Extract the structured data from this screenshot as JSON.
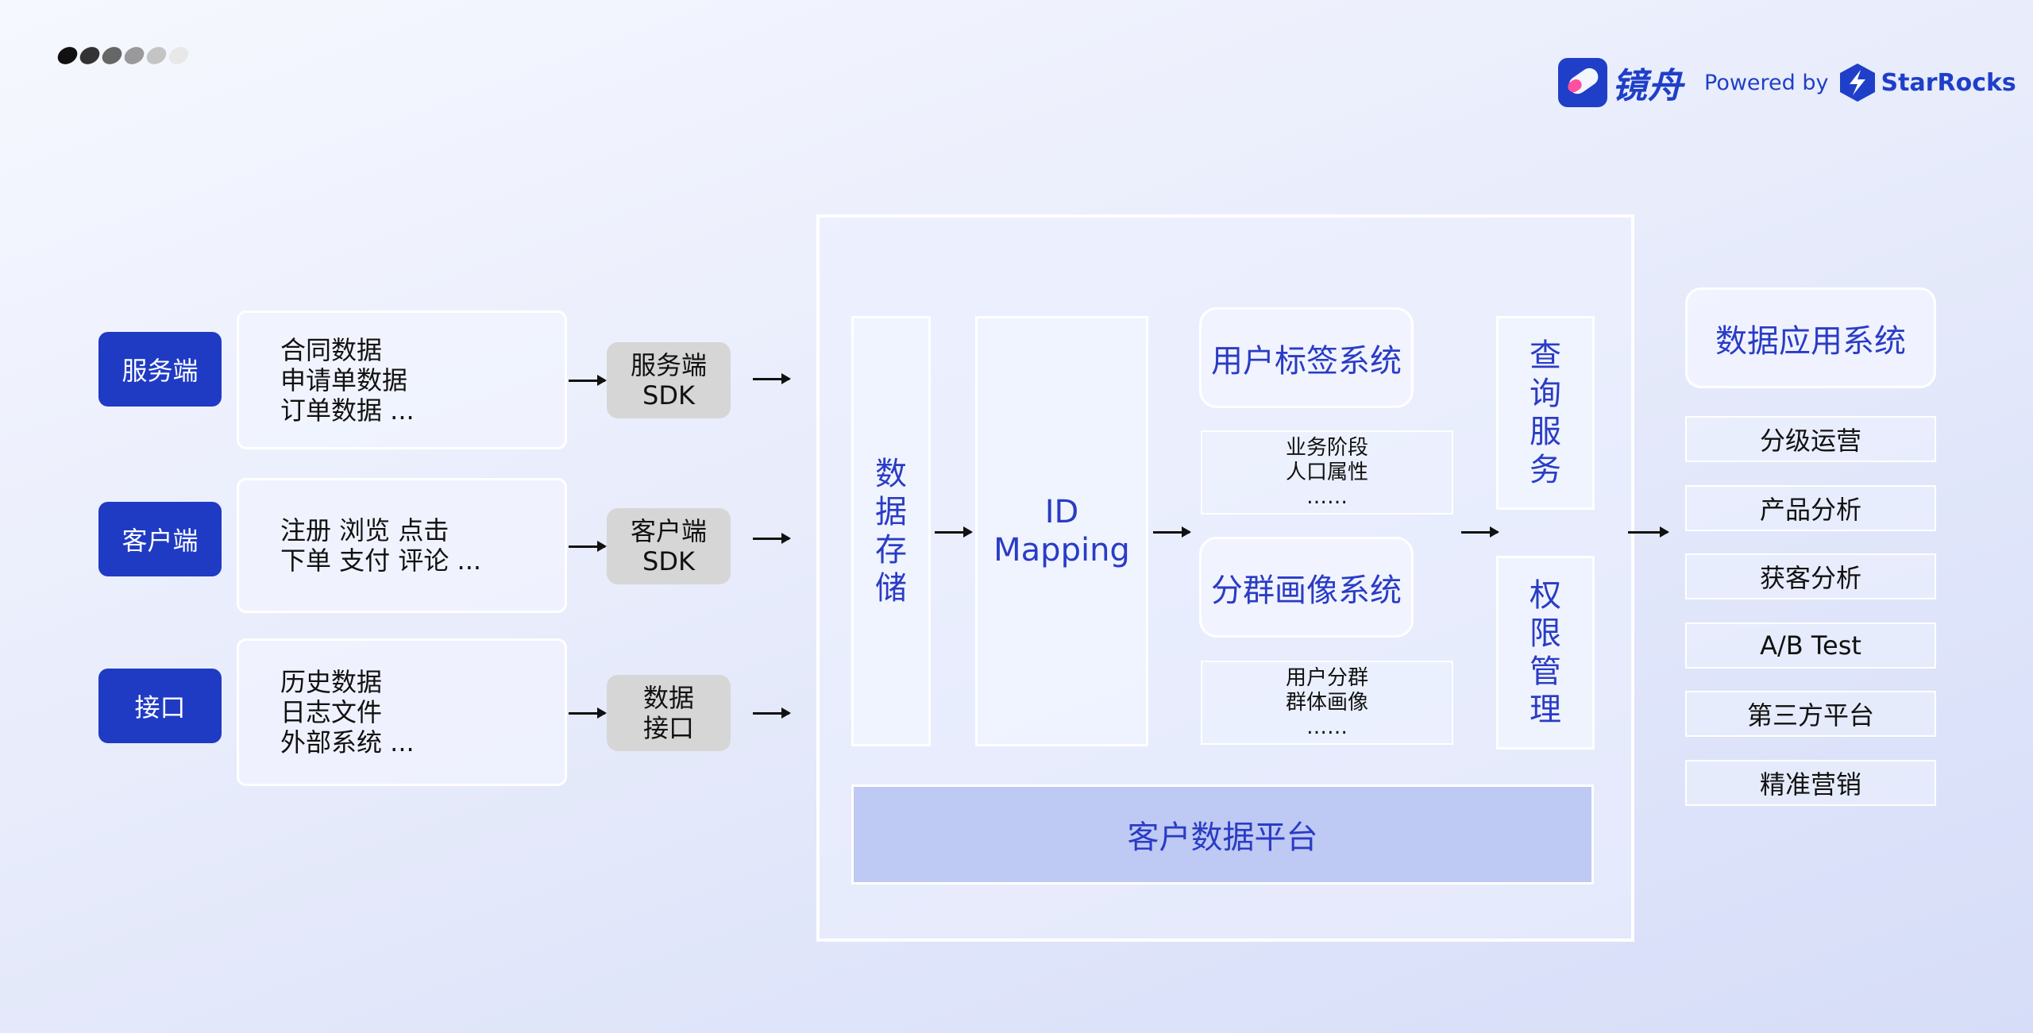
{
  "brand": {
    "name": "镜舟",
    "powered_by": "Powered by",
    "partner": "StarRocks"
  },
  "sources": [
    {
      "label": "服务端",
      "items": [
        "合同数据",
        "申请单数据",
        "订单数据 ..."
      ],
      "collector": [
        "服务端",
        "SDK"
      ]
    },
    {
      "label": "客户端",
      "items": [
        "注册 浏览 点击",
        "下单 支付 评论 ..."
      ],
      "collector": [
        "客户端",
        "SDK"
      ]
    },
    {
      "label": "接口",
      "items": [
        "历史数据",
        "日志文件",
        "外部系统 ..."
      ],
      "collector": [
        "数据",
        "接口"
      ]
    }
  ],
  "platform": {
    "storage": [
      "数",
      "据",
      "存",
      "储"
    ],
    "id_mapping": [
      "ID",
      "Mapping"
    ],
    "tag_system": "用户标签系统",
    "tag_details": [
      "业务阶段",
      "人口属性",
      "……"
    ],
    "segment_system": "分群画像系统",
    "segment_details": [
      "用户分群",
      "群体画像",
      "……"
    ],
    "query_service": [
      "查",
      "询",
      "服",
      "务"
    ],
    "permission": [
      "权",
      "限",
      "管",
      "理"
    ],
    "cdp": "客户数据平台"
  },
  "applications": {
    "title": "数据应用系统",
    "items": [
      "分级运营",
      "产品分析",
      "获客分析",
      "A/B Test",
      "第三方平台",
      "精准营销"
    ]
  }
}
